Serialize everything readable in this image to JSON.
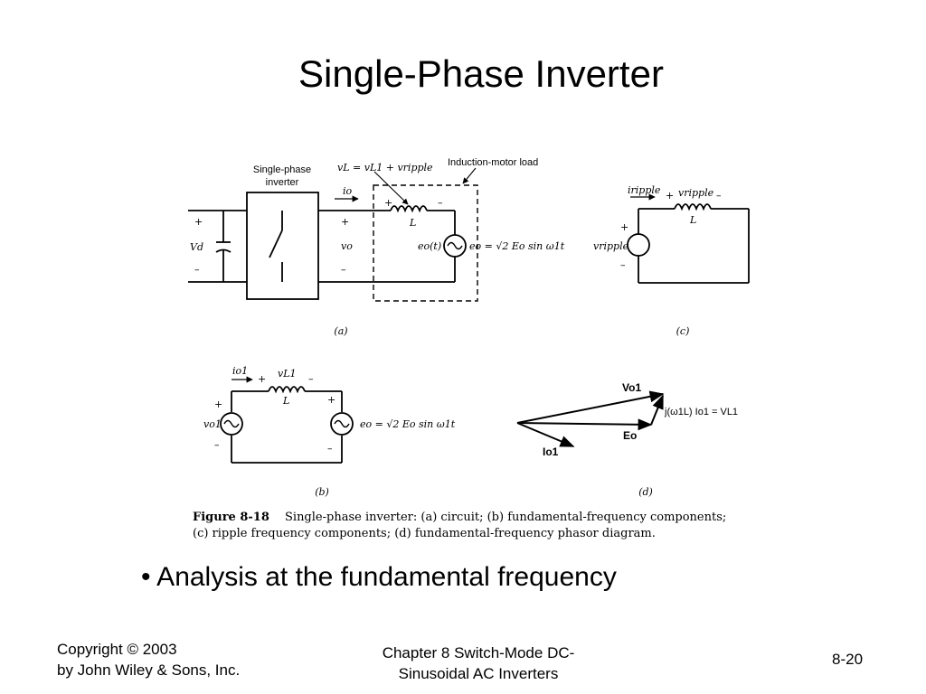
{
  "slide": {
    "title": "Single-Phase Inverter",
    "bullet": "• Analysis at the fundamental frequency",
    "footer_left_line1": "Copyright © 2003",
    "footer_left_line2": "by John Wiley & Sons, Inc.",
    "footer_center_line1": "Chapter 8 Switch-Mode DC-",
    "footer_center_line2": "Sinusoidal AC Inverters",
    "footer_right": "8-20"
  },
  "figure": {
    "caption_label": "Figure 8-18",
    "caption_line1": "Single-phase inverter: (a) circuit; (b) fundamental-frequency components;",
    "caption_line2": "(c) ripple frequency components; (d) fundamental-frequency phasor diagram.",
    "a": {
      "panel_label": "(a)",
      "inverter_label_1": "Single-phase",
      "inverter_label_2": "inverter",
      "load_label": "Induction-motor load",
      "vl_eq": "vL = vL1 + vripple",
      "io": "io",
      "plus": "+",
      "minus": "–",
      "vd": "Vd",
      "vo": "vo",
      "L": "L",
      "eo_t": "eo(t)",
      "eo_eq": "eo = √2 Eo sin ω1t"
    },
    "b": {
      "panel_label": "(b)",
      "io1": "io1",
      "vl1": "vL1",
      "L": "L",
      "vo1": "vo1",
      "eo_eq": "eo = √2 Eo sin ω1t",
      "plus": "+",
      "minus": "–"
    },
    "c": {
      "panel_label": "(c)",
      "iripple": "iripple",
      "vripple": "vripple",
      "L": "L",
      "vripple_src": "vripple",
      "plus": "+",
      "minus": "–"
    },
    "d": {
      "panel_label": "(d)",
      "vo1": "Vo1",
      "eo": "Eo",
      "io1": "Io1",
      "jwl": "j(ω1L) Io1 = VL1"
    }
  }
}
